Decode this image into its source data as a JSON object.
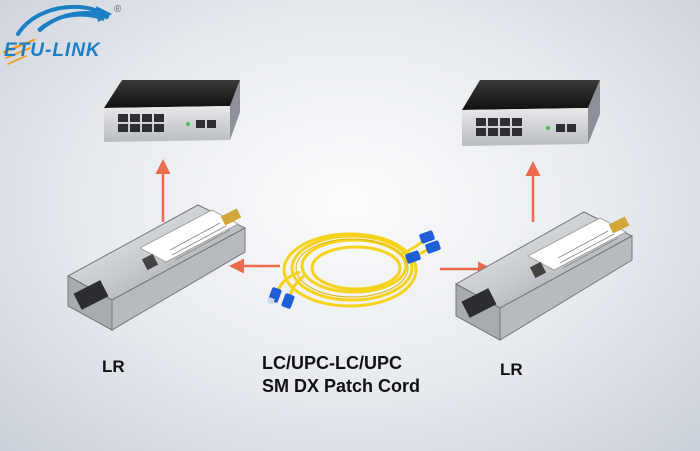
{
  "logo": {
    "text": "ETU-LINK",
    "registered_mark": "®"
  },
  "labels": {
    "left_module": "LR",
    "right_module": "LR",
    "cord_line1": "LC/UPC-LC/UPC",
    "cord_line2": "SM DX Patch Cord"
  },
  "colors": {
    "arrow": "#ec6a4e",
    "logo_blue": "#1a7fc4",
    "logo_orange": "#f59a23",
    "fiber_yellow": "#f7d21c",
    "connector_blue": "#1e5fd8"
  },
  "icons": {
    "logo": "etu-link-swoosh-logo",
    "switch": "network-switch-icon",
    "module": "sfp-transceiver-icon",
    "cable": "fiber-patch-cord-icon"
  }
}
